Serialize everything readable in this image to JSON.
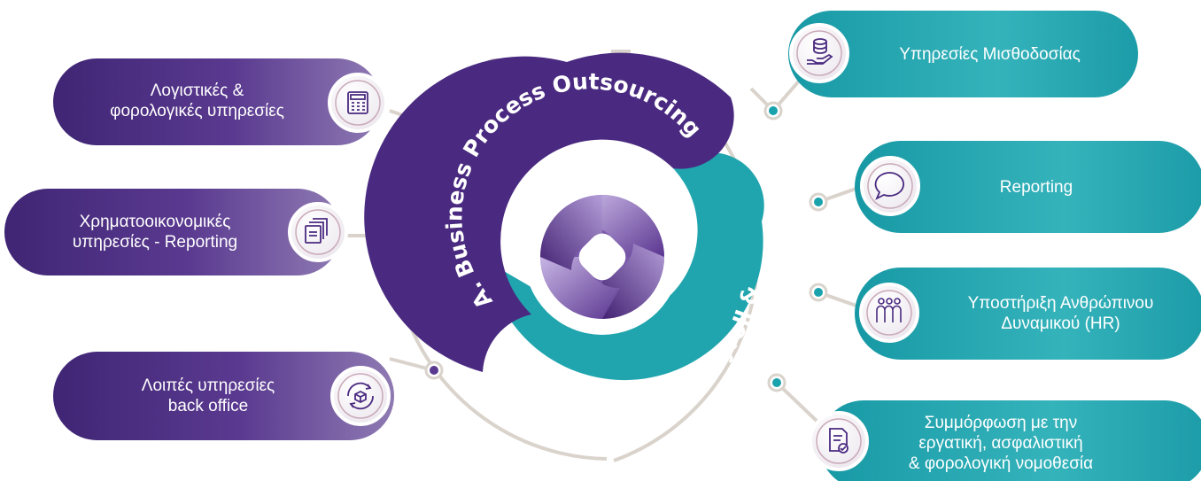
{
  "center": {
    "outer_label": "A. Business Process Outsourcing",
    "inner_label": "B. Υπηρεσίες Payroll & HR"
  },
  "left_items": [
    {
      "line1": "Λογιστικές &",
      "line2": "φορολογικές υπηρεσίες",
      "icon": "calculator-icon"
    },
    {
      "line1": "Χρηματοοικονομικές",
      "line2": "υπηρεσίες - Reporting",
      "icon": "documents-icon"
    },
    {
      "line1": "Λοιπές υπηρεσίες",
      "line2": "back office",
      "icon": "cycle-box-icon"
    }
  ],
  "right_items": [
    {
      "line1": "Υπηρεσίες Μισθοδοσίας",
      "line2": "",
      "line3": "",
      "icon": "coins-hand-icon"
    },
    {
      "line1": "Reporting",
      "line2": "",
      "line3": "",
      "icon": "speech-bubble-icon"
    },
    {
      "line1": "Υποστήριξη Ανθρώπινου",
      "line2": "Δυναμικού (HR)",
      "line3": "",
      "icon": "people-icon"
    },
    {
      "line1": "Συμμόρφωση με την",
      "line2": "εργατική, ασφαλιστική",
      "line3": "& φορολογική νομοθεσία",
      "icon": "certified-document-icon"
    }
  ],
  "colors": {
    "purple": "#4f2f85",
    "teal": "#1aa3ad",
    "grey_line": "#d9d3cc"
  }
}
